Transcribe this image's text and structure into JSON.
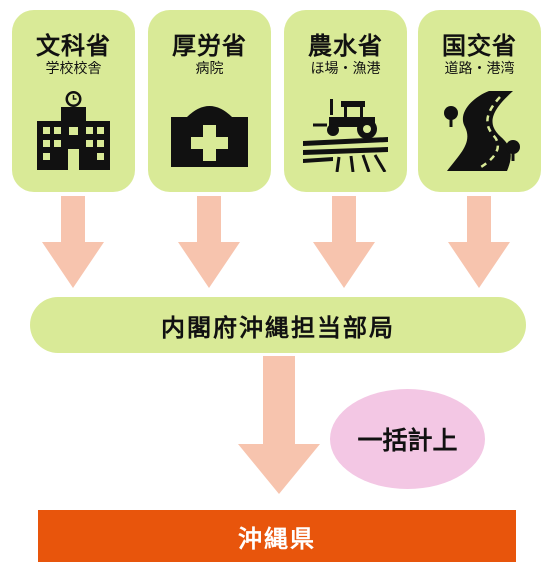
{
  "ministries": [
    {
      "name": "文科省",
      "sub": "学校校舎",
      "icon": "school-icon"
    },
    {
      "name": "厚労省",
      "sub": "病院",
      "icon": "hospital-icon"
    },
    {
      "name": "農水省",
      "sub": "ほ場・漁港",
      "icon": "tractor-field-icon"
    },
    {
      "name": "国交省",
      "sub": "道路・港湾",
      "icon": "road-icon"
    }
  ],
  "office": "内閣府沖縄担当部局",
  "bulk_label": "一括計上",
  "prefecture": "沖縄県",
  "colors": {
    "box": "#d9ea97",
    "arrow": "#f7c4ae",
    "bubble": "#f3c7e4",
    "prefecture": "#e8550c"
  }
}
